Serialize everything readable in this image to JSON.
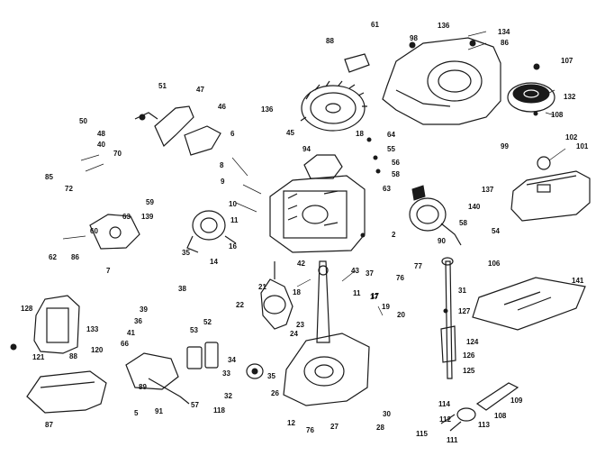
{
  "callouts": [
    "61",
    "136",
    "134",
    "86",
    "98",
    "88",
    "107",
    "132",
    "108",
    "99",
    "102",
    "101",
    "137",
    "140",
    "51",
    "47",
    "50",
    "48",
    "40",
    "70",
    "85",
    "72",
    "46",
    "6",
    "8",
    "9",
    "10",
    "11",
    "136",
    "45",
    "94",
    "18",
    "64",
    "55",
    "56",
    "58",
    "63",
    "59",
    "63",
    "139",
    "60",
    "62",
    "86",
    "7",
    "35",
    "16",
    "14",
    "2",
    "58",
    "54",
    "90",
    "106",
    "77",
    "76",
    "42",
    "43",
    "37",
    "17",
    "21",
    "18",
    "22",
    "11",
    "17",
    "31",
    "127",
    "141",
    "19",
    "20",
    "128",
    "133",
    "121",
    "120",
    "38",
    "39",
    "36",
    "41",
    "66",
    "53",
    "52",
    "34",
    "33",
    "35",
    "23",
    "24",
    "26",
    "124",
    "126",
    "125",
    "88",
    "89",
    "57",
    "91",
    "5",
    "87",
    "32",
    "118",
    "12",
    "76",
    "27",
    "30",
    "28",
    "114",
    "112",
    "113",
    "109",
    "108",
    "115",
    "111"
  ],
  "colors": {
    "ink": "#1a1a1a",
    "paper": "#ffffff"
  }
}
